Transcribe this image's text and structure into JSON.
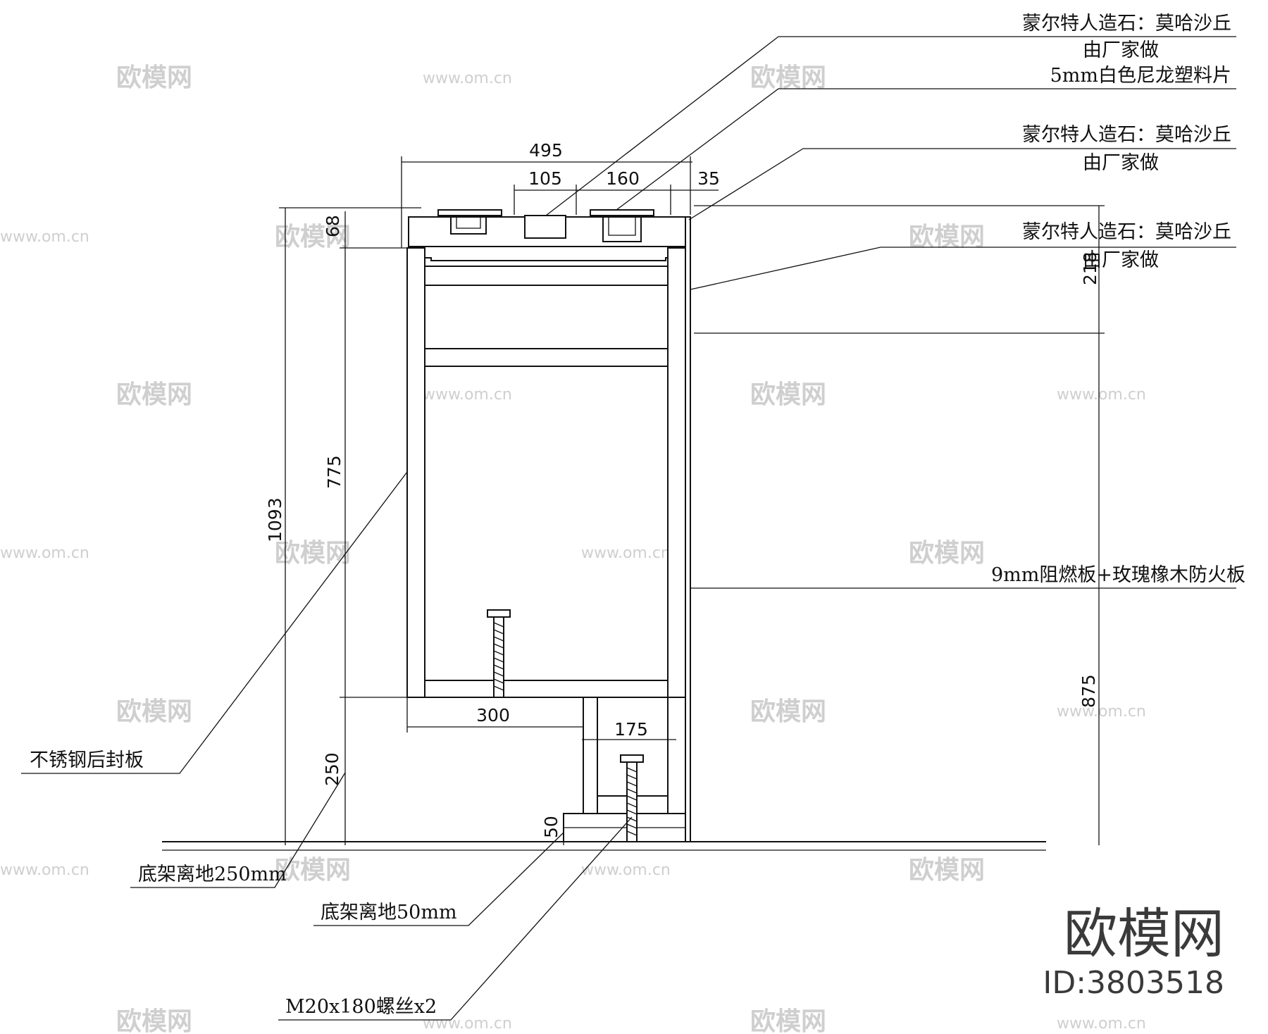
{
  "dimensions": {
    "overall_width": "495",
    "sink_width": "105",
    "sink2_width": "160",
    "edge": "35",
    "top_thk": "68",
    "total_height": "1093",
    "body_height": "775",
    "upper_right": "218",
    "lower_right": "875",
    "base_width": "300",
    "leg_width": "175",
    "base_gap": "250",
    "foot_gap": "50"
  },
  "notes": {
    "stone1_line1": "蒙尔特人造石：莫哈沙丘",
    "stone1_line2": "由厂家做",
    "nylon": "5mm白色尼龙塑料片",
    "stone2_line1": "蒙尔特人造石：莫哈沙丘",
    "stone2_line2": "由厂家做",
    "stone3_line1": "蒙尔特人造石：莫哈沙丘",
    "stone3_line2": "由厂家做",
    "board": "9mm阻燃板+玫瑰橡木防火板",
    "steel_panel": "不锈钢后封板",
    "base_250": "底架离地250mm",
    "base_50": "底架离地50mm",
    "screw": "M20x180螺丝x2"
  },
  "watermark": {
    "brand": "欧模网",
    "site": "www.om.cn",
    "id": "ID:3803518"
  }
}
